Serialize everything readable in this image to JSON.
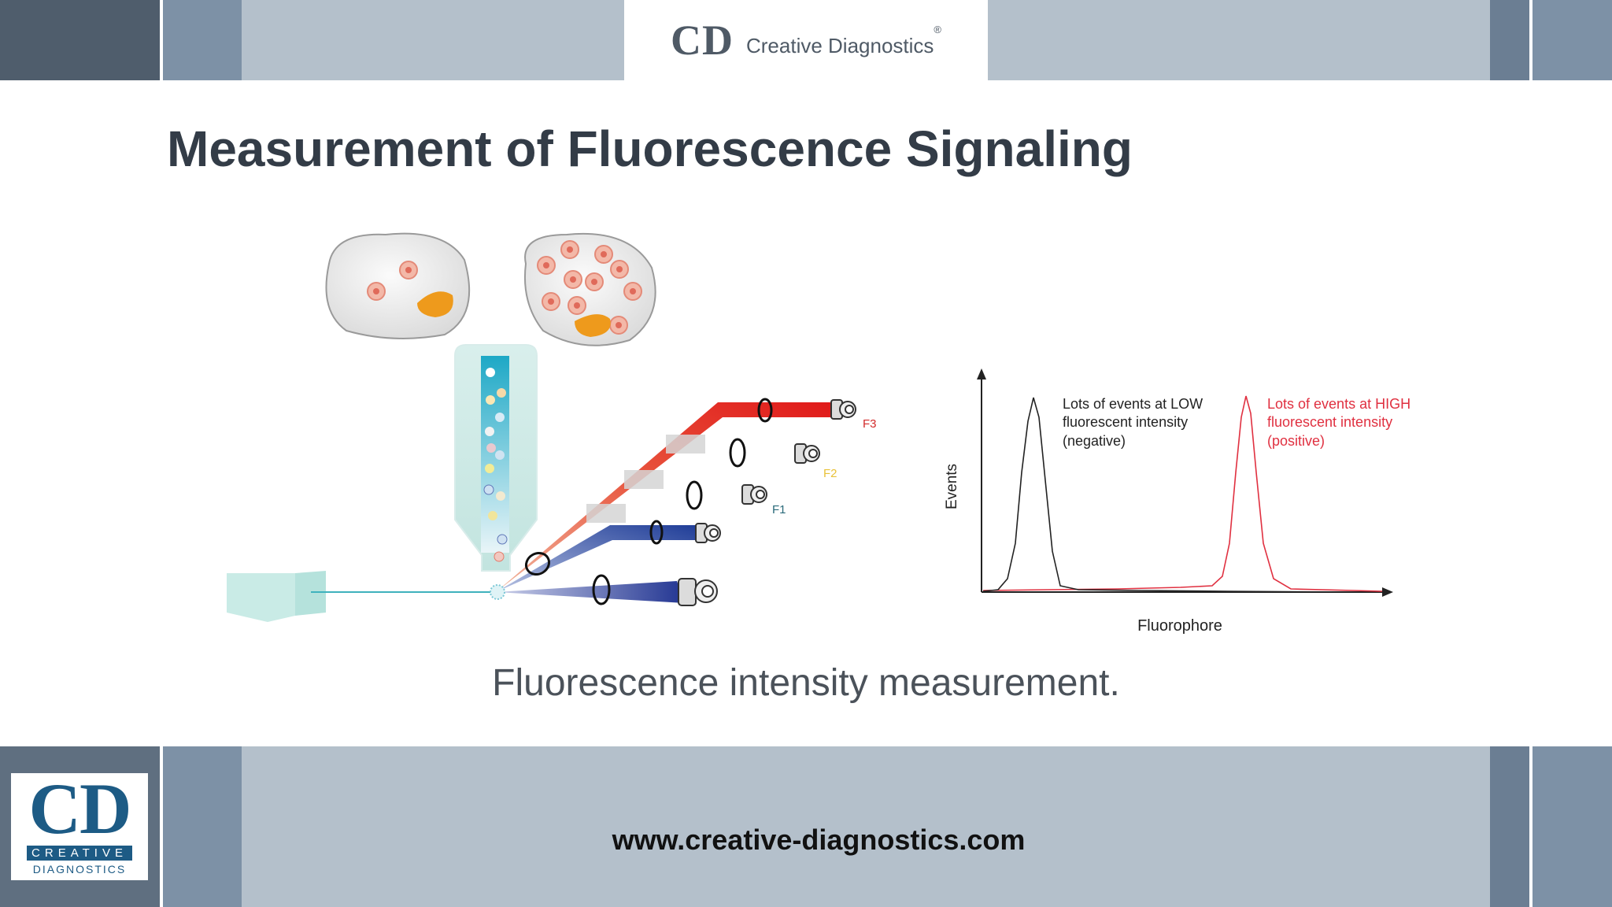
{
  "brand": {
    "top_logo_mark": "CD",
    "top_logo_name": "Creative Diagnostics",
    "top_logo_reg": "®",
    "bottom_logo_mark": "CD",
    "bottom_logo_line1": "CREATIVE",
    "bottom_logo_line2": "DIAGNOSTICS"
  },
  "slide": {
    "title": "Measurement of Fluorescence Signaling",
    "caption": "Fluorescence intensity measurement.",
    "footer_url": "www.creative-diagnostics.com"
  },
  "diagram": {
    "detectors": [
      "F3",
      "F2",
      "F1"
    ]
  },
  "histogram": {
    "y_label": "Events",
    "x_label": "Fluorophore",
    "low_note": [
      "Lots of events at LOW",
      "fluorescent intensity",
      "(negative)"
    ],
    "high_note": [
      "Lots of events at HIGH",
      "fluorescent intensity",
      "(positive)"
    ]
  },
  "colors": {
    "header_dark": "#4f5d6c",
    "header_mid": "#7d91a6",
    "header_light": "#b4c0cb",
    "title_text": "#333c47",
    "negative_curve": "#222222",
    "positive_curve": "#e03040",
    "logo_blue": "#1d5b85"
  }
}
